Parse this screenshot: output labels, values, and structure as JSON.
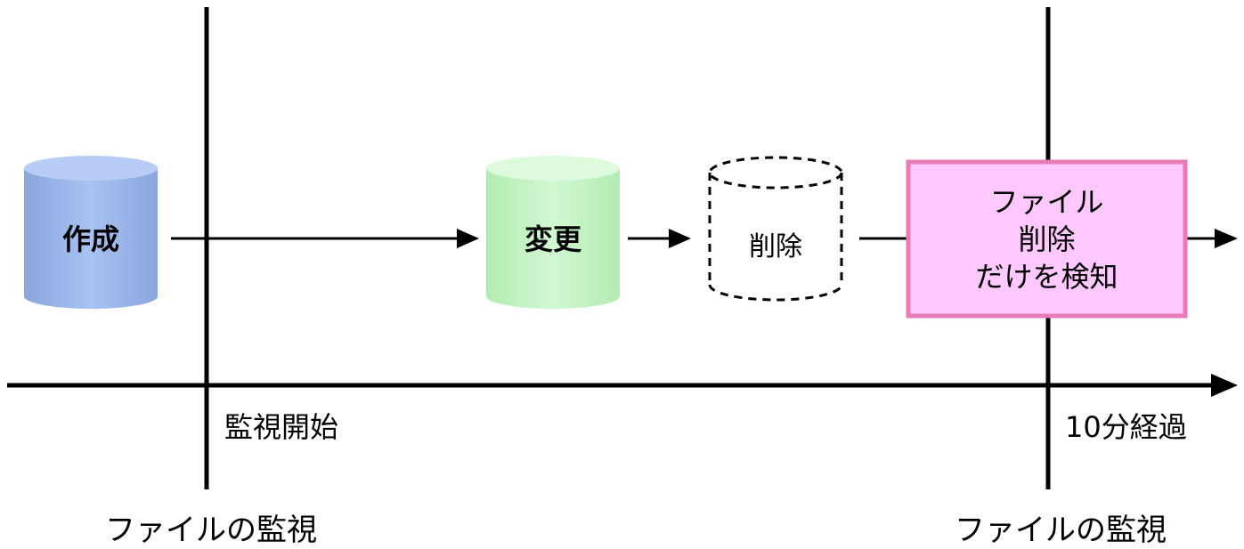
{
  "events": {
    "create": "作成",
    "modify": "変更",
    "delete": "削除"
  },
  "detect_box": {
    "line1": "ファイル",
    "line2": "削除",
    "line3": "だけを検知"
  },
  "timeline": {
    "start_label": "監視開始",
    "elapsed_label": "10分経過",
    "watch_label_left": "ファイルの監視",
    "watch_label_right": "ファイルの監視"
  },
  "colors": {
    "create_fill": "#a6bff0",
    "modify_fill": "#c8f5c8",
    "detect_fill": "#ffc8ff",
    "detect_border": "#e87ab8",
    "line": "#000000"
  }
}
